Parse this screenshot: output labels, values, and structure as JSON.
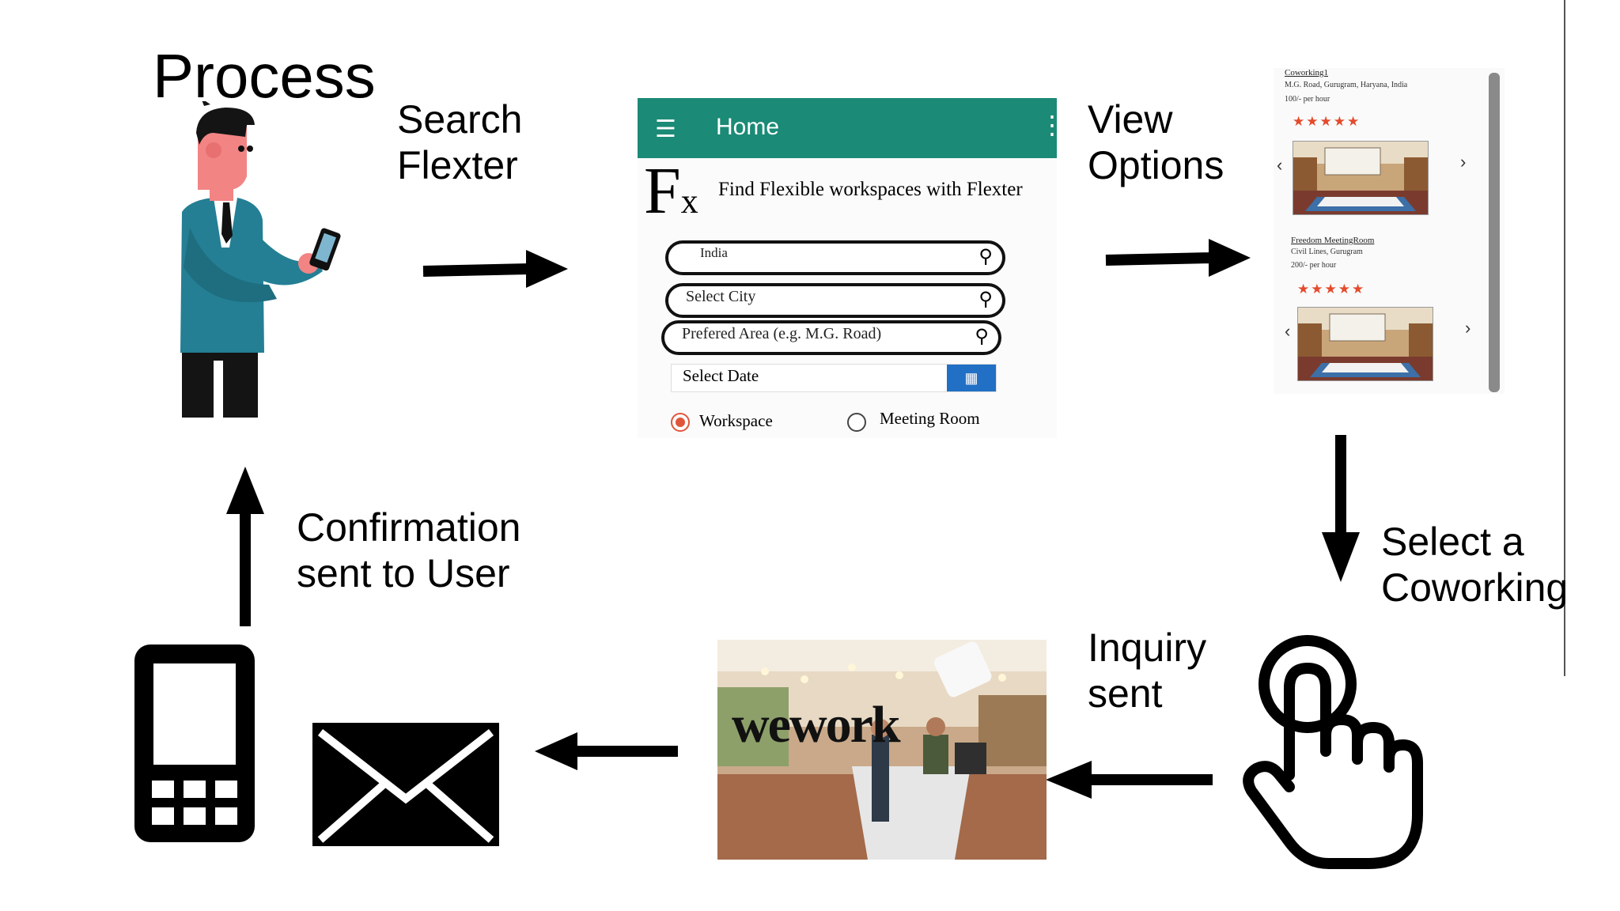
{
  "title": "Process",
  "steps": {
    "search": [
      "Search",
      "Flexter"
    ],
    "view": [
      "View",
      "Options"
    ],
    "select": [
      "Select a",
      "Coworking"
    ],
    "inquiry": [
      "Inquiry",
      "sent"
    ],
    "confirmation": [
      "Confirmation",
      "sent to User"
    ]
  },
  "app": {
    "bar_title": "Home",
    "logo_main": "F",
    "logo_sub": "x",
    "tagline": "Find Flexible workspaces with Flexter",
    "country_value": "India",
    "city_placeholder": "Select City",
    "area_placeholder": "Prefered Area (e.g. M.G. Road)",
    "date_placeholder": "Select Date",
    "radio_workspace": "Workspace",
    "radio_meeting": "Meeting Room"
  },
  "listing": {
    "items": [
      {
        "title": "Coworking1",
        "address": "M.G. Road, Gurugram, Haryana, India",
        "price": "100/- per hour",
        "stars": "★★★★★"
      },
      {
        "title": "Freedom MeetingRoom",
        "address": "Civil Lines, Gurugram",
        "price": "200/- per hour",
        "stars": "★★★★★"
      }
    ]
  },
  "photo": {
    "brand": "wework"
  },
  "colors": {
    "app_bar": "#1b8a76",
    "calendar_button": "#2270c5",
    "stars": "#e34b2c",
    "radio_selected": "#e0563a"
  }
}
